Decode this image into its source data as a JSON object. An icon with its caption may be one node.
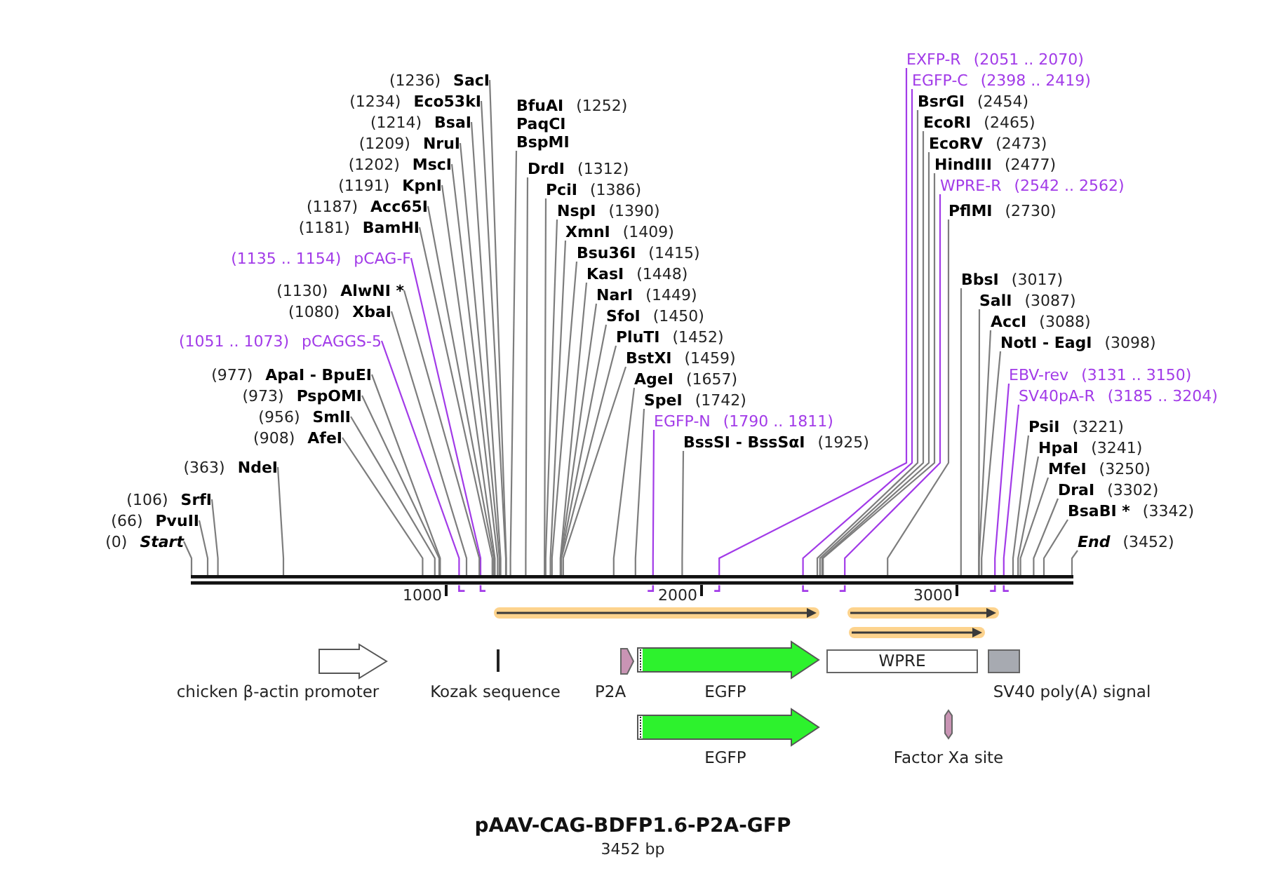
{
  "diagram": {
    "title": "pAAV-CAG-BDFP1.6-P2A-GFP",
    "caption": "3452 bp",
    "nodes": [
      {
        "text": [
          "(1236)",
          "SacI"
        ]
      },
      {
        "text": [
          "(1234)",
          "Eco53kI"
        ]
      },
      {
        "text": [
          "(1214)",
          "BsaI"
        ]
      },
      {
        "text": [
          "(1209)",
          "NruI"
        ]
      },
      {
        "text": [
          "(1202)",
          "MscI"
        ]
      },
      {
        "text": [
          "(1191)",
          "KpnI"
        ]
      },
      {
        "text": [
          "(1187)",
          "Acc65I"
        ]
      },
      {
        "text": [
          "(1181)",
          "BamHI"
        ]
      },
      {
        "text": [
          "(1135 .. 1154)",
          "pCAG-F"
        ]
      },
      {
        "text": [
          "(1130)",
          "AlwNI *"
        ]
      },
      {
        "text": [
          "(1080)",
          "XbaI"
        ]
      },
      {
        "text": [
          "(1051 .. 1073)",
          "pCAGGS-5"
        ]
      },
      {
        "text": [
          "(977)",
          "ApaI - BpuEI"
        ]
      },
      {
        "text": [
          "(973)",
          "PspOMI"
        ]
      },
      {
        "text": [
          "(956)",
          "SmlI"
        ]
      },
      {
        "text": [
          "(908)",
          "AfeI"
        ]
      },
      {
        "text": [
          "(363)",
          "NdeI"
        ]
      },
      {
        "text": [
          "(106)",
          "SrfI"
        ]
      },
      {
        "text": [
          "(66)",
          "PvuII"
        ]
      },
      {
        "text": [
          "(0)",
          "Start"
        ]
      },
      {
        "text": [
          "BfuAI",
          "(1252)",
          "PaqCI",
          "BspMI"
        ]
      },
      {
        "text": [
          "DrdI",
          "(1312)"
        ]
      },
      {
        "text": [
          "PciI",
          "(1386)"
        ]
      },
      {
        "text": [
          "NspI",
          "(1390)"
        ]
      },
      {
        "text": [
          "XmnI",
          "(1409)"
        ]
      },
      {
        "text": [
          "Bsu36I",
          "(1415)"
        ]
      },
      {
        "text": [
          "KasI",
          "(1448)"
        ]
      },
      {
        "text": [
          "NarI",
          "(1449)"
        ]
      },
      {
        "text": [
          "SfoI",
          "(1450)"
        ]
      },
      {
        "text": [
          "PluTI",
          "(1452)"
        ]
      },
      {
        "text": [
          "BstXI",
          "(1459)"
        ]
      },
      {
        "text": [
          "AgeI",
          "(1657)"
        ]
      },
      {
        "text": [
          "SpeI",
          "(1742)"
        ]
      },
      {
        "text": [
          "EGFP-N",
          "(1790 .. 1811)"
        ]
      },
      {
        "text": [
          "BssSI - BssSαI",
          "(1925)"
        ]
      },
      {
        "text": [
          "EXFP-R",
          "(2051 .. 2070)"
        ]
      },
      {
        "text": [
          "EGFP-C",
          "(2398 .. 2419)"
        ]
      },
      {
        "text": [
          "BsrGI",
          "(2454)"
        ]
      },
      {
        "text": [
          "EcoRI",
          "(2465)"
        ]
      },
      {
        "text": [
          "EcoRV",
          "(2473)"
        ]
      },
      {
        "text": [
          "HindIII",
          "(2477)"
        ]
      },
      {
        "text": [
          "WPRE-R",
          "(2542 .. 2562)"
        ]
      },
      {
        "text": [
          "PflMI",
          "(2730)"
        ]
      },
      {
        "text": [
          "BbsI",
          "(3017)"
        ]
      },
      {
        "text": [
          "SalI",
          "(3087)"
        ]
      },
      {
        "text": [
          "AccI",
          "(3088)"
        ]
      },
      {
        "text": [
          "NotI - EagI",
          "(3098)"
        ]
      },
      {
        "text": [
          "EBV-rev",
          "(3131 .. 3150)"
        ]
      },
      {
        "text": [
          "SV40pA-R",
          "(3185 .. 3204)"
        ]
      },
      {
        "text": [
          "PsiI",
          "(3221)"
        ]
      },
      {
        "text": [
          "HpaI",
          "(3241)"
        ]
      },
      {
        "text": [
          "MfeI",
          "(3250)"
        ]
      },
      {
        "text": [
          "DraI",
          "(3302)"
        ]
      },
      {
        "text": [
          "BsaBI *",
          "(3342)"
        ]
      },
      {
        "text": [
          "End",
          "(3452)"
        ]
      },
      {
        "text": [],
        "shape": "bar"
      },
      {
        "text": [],
        "shape": "arrow"
      },
      {
        "text": [],
        "shape": "arrow"
      },
      {
        "text": [],
        "shape": "arrow"
      },
      {
        "text": [
          "chicken β-actin promoter"
        ]
      },
      {
        "text": [
          "Kozak sequence"
        ]
      },
      {
        "text": [
          "P2A"
        ]
      },
      {
        "text": [
          "EGFP"
        ]
      },
      {
        "text": [
          "WPRE"
        ]
      },
      {
        "text": [
          "SV40 poly(A) signal"
        ]
      },
      {
        "text": [
          "EGFP"
        ]
      },
      {
        "text": [
          "Factor Xa site"
        ]
      }
    ],
    "edges": [
      {
        "from": 0,
        "to": 55,
        "arrow": "none"
      },
      {
        "from": 1,
        "to": 55,
        "arrow": "none"
      },
      {
        "from": 2,
        "to": 55,
        "arrow": "none"
      },
      {
        "from": 3,
        "to": 55,
        "arrow": "none"
      },
      {
        "from": 4,
        "to": 55,
        "arrow": "none"
      },
      {
        "from": 5,
        "to": 55,
        "arrow": "none"
      },
      {
        "from": 6,
        "to": 55,
        "arrow": "none"
      },
      {
        "from": 7,
        "to": 55,
        "arrow": "none"
      },
      {
        "from": 8,
        "to": 55,
        "arrow": "none",
        "color": "#a23be8"
      },
      {
        "from": 9,
        "to": 55,
        "arrow": "none"
      },
      {
        "from": 10,
        "to": 55,
        "arrow": "none"
      },
      {
        "from": 11,
        "to": 55,
        "arrow": "none",
        "color": "#a23be8"
      },
      {
        "from": 12,
        "to": 55,
        "arrow": "none"
      },
      {
        "from": 13,
        "to": 55,
        "arrow": "none"
      },
      {
        "from": 14,
        "to": 55,
        "arrow": "none"
      },
      {
        "from": 15,
        "to": 55,
        "arrow": "none"
      },
      {
        "from": 16,
        "to": 55,
        "arrow": "none"
      },
      {
        "from": 17,
        "to": 55,
        "arrow": "none"
      },
      {
        "from": 18,
        "to": 55,
        "arrow": "none"
      },
      {
        "from": 19,
        "to": 55,
        "arrow": "none"
      },
      {
        "from": 20,
        "to": 55,
        "arrow": "none"
      },
      {
        "from": 21,
        "to": 55,
        "arrow": "none"
      },
      {
        "from": 22,
        "to": 55,
        "arrow": "none"
      },
      {
        "from": 23,
        "to": 55,
        "arrow": "none"
      },
      {
        "from": 24,
        "to": 55,
        "arrow": "none"
      },
      {
        "from": 25,
        "to": 55,
        "arrow": "none"
      },
      {
        "from": 26,
        "to": 55,
        "arrow": "none"
      },
      {
        "from": 27,
        "to": 55,
        "arrow": "none"
      },
      {
        "from": 28,
        "to": 55,
        "arrow": "none"
      },
      {
        "from": 29,
        "to": 55,
        "arrow": "none"
      },
      {
        "from": 30,
        "to": 55,
        "arrow": "none"
      },
      {
        "from": 31,
        "to": 55,
        "arrow": "none"
      },
      {
        "from": 32,
        "to": 55,
        "arrow": "none"
      },
      {
        "from": 33,
        "to": 55,
        "arrow": "none",
        "color": "#a23be8"
      },
      {
        "from": 34,
        "to": 55,
        "arrow": "none"
      },
      {
        "from": 35,
        "to": 55,
        "arrow": "none",
        "color": "#a23be8"
      },
      {
        "from": 36,
        "to": 55,
        "arrow": "none",
        "color": "#a23be8"
      },
      {
        "from": 37,
        "to": 55,
        "arrow": "none"
      },
      {
        "from": 38,
        "to": 55,
        "arrow": "none"
      },
      {
        "from": 39,
        "to": 55,
        "arrow": "none"
      },
      {
        "from": 40,
        "to": 55,
        "arrow": "none"
      },
      {
        "from": 41,
        "to": 55,
        "arrow": "none",
        "color": "#a23be8"
      },
      {
        "from": 42,
        "to": 55,
        "arrow": "none"
      },
      {
        "from": 43,
        "to": 55,
        "arrow": "none"
      },
      {
        "from": 44,
        "to": 55,
        "arrow": "none"
      },
      {
        "from": 45,
        "to": 55,
        "arrow": "none"
      },
      {
        "from": 46,
        "to": 55,
        "arrow": "none"
      },
      {
        "from": 47,
        "to": 55,
        "arrow": "none",
        "color": "#a23be8"
      },
      {
        "from": 48,
        "to": 55,
        "arrow": "none",
        "color": "#a23be8"
      },
      {
        "from": 49,
        "to": 55,
        "arrow": "none"
      },
      {
        "from": 50,
        "to": 55,
        "arrow": "none"
      },
      {
        "from": 51,
        "to": 55,
        "arrow": "none"
      },
      {
        "from": 52,
        "to": 55,
        "arrow": "none"
      },
      {
        "from": 53,
        "to": 55,
        "arrow": "none"
      },
      {
        "from": 54,
        "to": 55,
        "arrow": "none"
      }
    ],
    "labels": [
      "1000",
      "2000",
      "3000"
    ]
  }
}
